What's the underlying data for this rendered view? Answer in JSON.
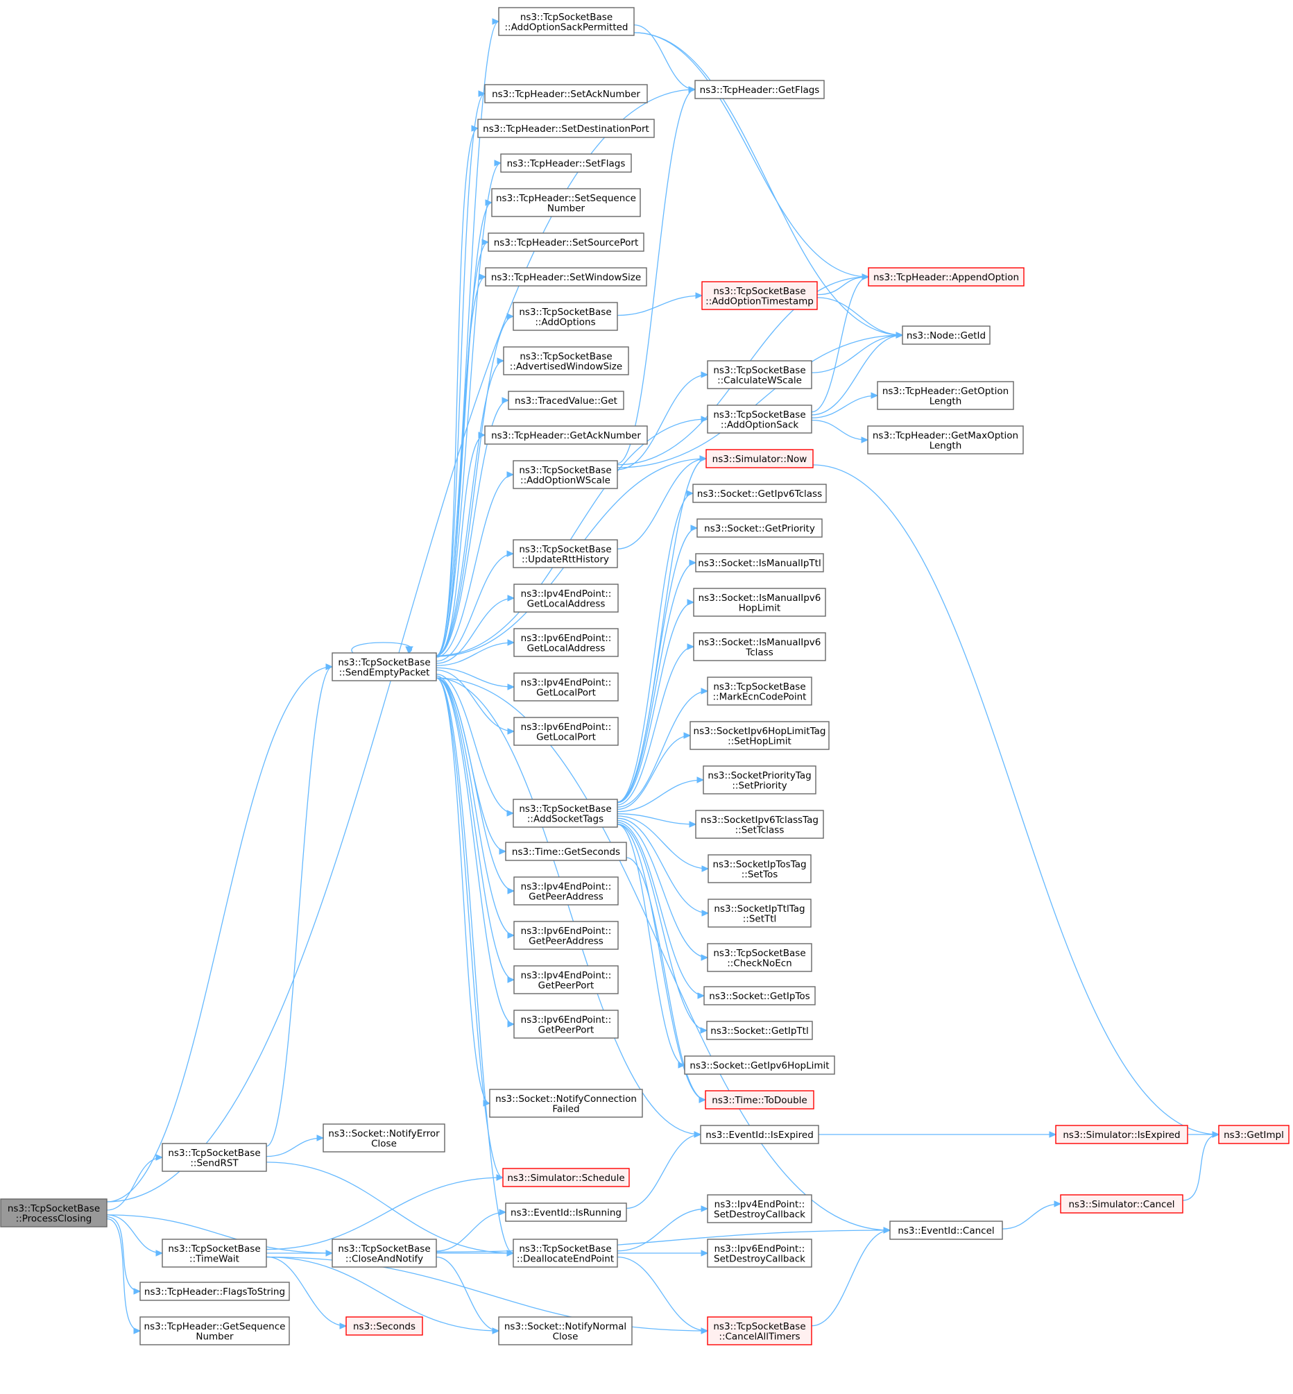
{
  "colors": {
    "edge": "#63b8ff",
    "node_border": "#666666",
    "missing_border": "#ff0000",
    "missing_fill": "#fff0f0",
    "root_fill": "#999999"
  },
  "nodes": {
    "root": {
      "lines": [
        "ns3::TcpSocketBase",
        "::ProcessClosing"
      ]
    },
    "sendEmpty": {
      "lines": [
        "ns3::TcpSocketBase",
        "::SendEmptyPacket"
      ]
    },
    "sendRst": {
      "lines": [
        "ns3::TcpSocketBase",
        "::SendRST"
      ]
    },
    "timeWait": {
      "lines": [
        "ns3::TcpSocketBase",
        "::TimeWait"
      ]
    },
    "flagsToString": {
      "lines": [
        "ns3::TcpHeader::FlagsToString"
      ]
    },
    "getSeqNum": {
      "lines": [
        "ns3::TcpHeader::GetSequence",
        "Number"
      ]
    },
    "addOptSackPerm": {
      "lines": [
        "ns3::TcpSocketBase",
        "::AddOptionSackPermitted"
      ]
    },
    "setAck": {
      "lines": [
        "ns3::TcpHeader::SetAckNumber"
      ]
    },
    "setDestPort": {
      "lines": [
        "ns3::TcpHeader::SetDestinationPort"
      ]
    },
    "setFlags": {
      "lines": [
        "ns3::TcpHeader::SetFlags"
      ]
    },
    "setSeq": {
      "lines": [
        "ns3::TcpHeader::SetSequence",
        "Number"
      ]
    },
    "setSrcPort": {
      "lines": [
        "ns3::TcpHeader::SetSourcePort"
      ]
    },
    "setWin": {
      "lines": [
        "ns3::TcpHeader::SetWindowSize"
      ]
    },
    "addOptions": {
      "lines": [
        "ns3::TcpSocketBase",
        "::AddOptions"
      ]
    },
    "advWin": {
      "lines": [
        "ns3::TcpSocketBase",
        "::AdvertisedWindowSize"
      ]
    },
    "tracedGet": {
      "lines": [
        "ns3::TracedValue::Get"
      ]
    },
    "getAck": {
      "lines": [
        "ns3::TcpHeader::GetAckNumber"
      ]
    },
    "addOptWScale": {
      "lines": [
        "ns3::TcpSocketBase",
        "::AddOptionWScale"
      ]
    },
    "updateRtt": {
      "lines": [
        "ns3::TcpSocketBase",
        "::UpdateRttHistory"
      ]
    },
    "ipv4LocalAddr": {
      "lines": [
        "ns3::Ipv4EndPoint::",
        "GetLocalAddress"
      ]
    },
    "ipv6LocalAddr": {
      "lines": [
        "ns3::Ipv6EndPoint::",
        "GetLocalAddress"
      ]
    },
    "ipv4LocalPort": {
      "lines": [
        "ns3::Ipv4EndPoint::",
        "GetLocalPort"
      ]
    },
    "ipv6LocalPort": {
      "lines": [
        "ns3::Ipv6EndPoint::",
        "GetLocalPort"
      ]
    },
    "addSocketTags": {
      "lines": [
        "ns3::TcpSocketBase",
        "::AddSocketTags"
      ]
    },
    "getSeconds": {
      "lines": [
        "ns3::Time::GetSeconds"
      ]
    },
    "ipv4PeerAddr": {
      "lines": [
        "ns3::Ipv4EndPoint::",
        "GetPeerAddress"
      ]
    },
    "ipv6PeerAddr": {
      "lines": [
        "ns3::Ipv6EndPoint::",
        "GetPeerAddress"
      ]
    },
    "ipv4PeerPort": {
      "lines": [
        "ns3::Ipv4EndPoint::",
        "GetPeerPort"
      ]
    },
    "ipv6PeerPort": {
      "lines": [
        "ns3::Ipv6EndPoint::",
        "GetPeerPort"
      ]
    },
    "notifyConnFail": {
      "lines": [
        "ns3::Socket::NotifyConnection",
        "Failed"
      ]
    },
    "notifyErrClose": {
      "lines": [
        "ns3::Socket::NotifyError",
        "Close"
      ]
    },
    "schedule": {
      "lines": [
        "ns3::Simulator::Schedule"
      ]
    },
    "isRunning": {
      "lines": [
        "ns3::EventId::IsRunning"
      ]
    },
    "closeAndNotify": {
      "lines": [
        "ns3::TcpSocketBase",
        "::CloseAndNotify"
      ]
    },
    "deallocEP": {
      "lines": [
        "ns3::TcpSocketBase",
        "::DeallocateEndPoint"
      ]
    },
    "seconds": {
      "lines": [
        "ns3::Seconds"
      ]
    },
    "notifyNormClose": {
      "lines": [
        "ns3::Socket::NotifyNormal",
        "Close"
      ]
    },
    "getFlags": {
      "lines": [
        "ns3::TcpHeader::GetFlags"
      ]
    },
    "addOptTs": {
      "lines": [
        "ns3::TcpSocketBase",
        "::AddOptionTimestamp"
      ]
    },
    "calcWScale": {
      "lines": [
        "ns3::TcpSocketBase",
        "::CalculateWScale"
      ]
    },
    "addOptSack": {
      "lines": [
        "ns3::TcpSocketBase",
        "::AddOptionSack"
      ]
    },
    "simNow": {
      "lines": [
        "ns3::Simulator::Now"
      ]
    },
    "getIpv6Tclass": {
      "lines": [
        "ns3::Socket::GetIpv6Tclass"
      ]
    },
    "getPriority": {
      "lines": [
        "ns3::Socket::GetPriority"
      ]
    },
    "isManualIpTtl": {
      "lines": [
        "ns3::Socket::IsManualIpTtl"
      ]
    },
    "isManualIpv6Hop": {
      "lines": [
        "ns3::Socket::IsManualIpv6",
        "HopLimit"
      ]
    },
    "isManualIpv6Tclass": {
      "lines": [
        "ns3::Socket::IsManualIpv6",
        "Tclass"
      ]
    },
    "markEcn": {
      "lines": [
        "ns3::TcpSocketBase",
        "::MarkEcnCodePoint"
      ]
    },
    "setHopLimit": {
      "lines": [
        "ns3::SocketIpv6HopLimitTag",
        "::SetHopLimit"
      ]
    },
    "setPriority": {
      "lines": [
        "ns3::SocketPriorityTag",
        "::SetPriority"
      ]
    },
    "setTclass": {
      "lines": [
        "ns3::SocketIpv6TclassTag",
        "::SetTclass"
      ]
    },
    "setTos": {
      "lines": [
        "ns3::SocketIpTosTag",
        "::SetTos"
      ]
    },
    "setTtl": {
      "lines": [
        "ns3::SocketIpTtlTag",
        "::SetTtl"
      ]
    },
    "checkNoEcn": {
      "lines": [
        "ns3::TcpSocketBase",
        "::CheckNoEcn"
      ]
    },
    "getIpTos": {
      "lines": [
        "ns3::Socket::GetIpTos"
      ]
    },
    "getIpTtl": {
      "lines": [
        "ns3::Socket::GetIpTtl"
      ]
    },
    "getIpv6Hop": {
      "lines": [
        "ns3::Socket::GetIpv6HopLimit"
      ]
    },
    "toDouble": {
      "lines": [
        "ns3::Time::ToDouble"
      ]
    },
    "isExpired": {
      "lines": [
        "ns3::EventId::IsExpired"
      ]
    },
    "ipv4SetDestroy": {
      "lines": [
        "ns3::Ipv4EndPoint::",
        "SetDestroyCallback"
      ]
    },
    "ipv6SetDestroy": {
      "lines": [
        "ns3::Ipv6EndPoint::",
        "SetDestroyCallback"
      ]
    },
    "cancelAllTimers": {
      "lines": [
        "ns3::TcpSocketBase",
        "::CancelAllTimers"
      ]
    },
    "appendOption": {
      "lines": [
        "ns3::TcpHeader::AppendOption"
      ]
    },
    "nodeGetId": {
      "lines": [
        "ns3::Node::GetId"
      ]
    },
    "getOptLen": {
      "lines": [
        "ns3::TcpHeader::GetOption",
        "Length"
      ]
    },
    "getMaxOptLen": {
      "lines": [
        "ns3::TcpHeader::GetMaxOption",
        "Length"
      ]
    },
    "eventCancel": {
      "lines": [
        "ns3::EventId::Cancel"
      ]
    },
    "simIsExpired": {
      "lines": [
        "ns3::Simulator::IsExpired"
      ]
    },
    "simCancel": {
      "lines": [
        "ns3::Simulator::Cancel"
      ]
    },
    "getImpl": {
      "lines": [
        "ns3::GetImpl"
      ]
    }
  }
}
